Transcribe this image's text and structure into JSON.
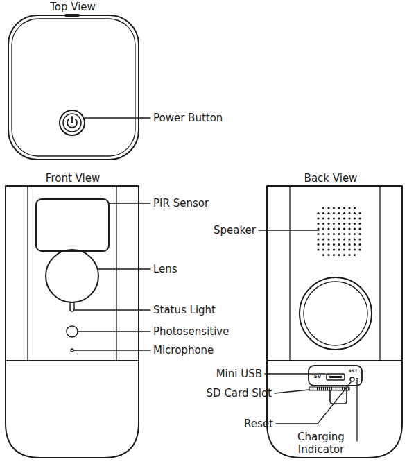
{
  "diagram": {
    "labels": [
      "Top View",
      "Power Button",
      "Front View",
      "PIR Sensor",
      "Lens",
      "Status Light",
      "Photosensitive",
      "Microphone",
      "Back View",
      "Speaker",
      "Mini USB",
      "SD Card Slot",
      "Reset",
      "Charging Indicator",
      "5V",
      "RST"
    ]
  }
}
